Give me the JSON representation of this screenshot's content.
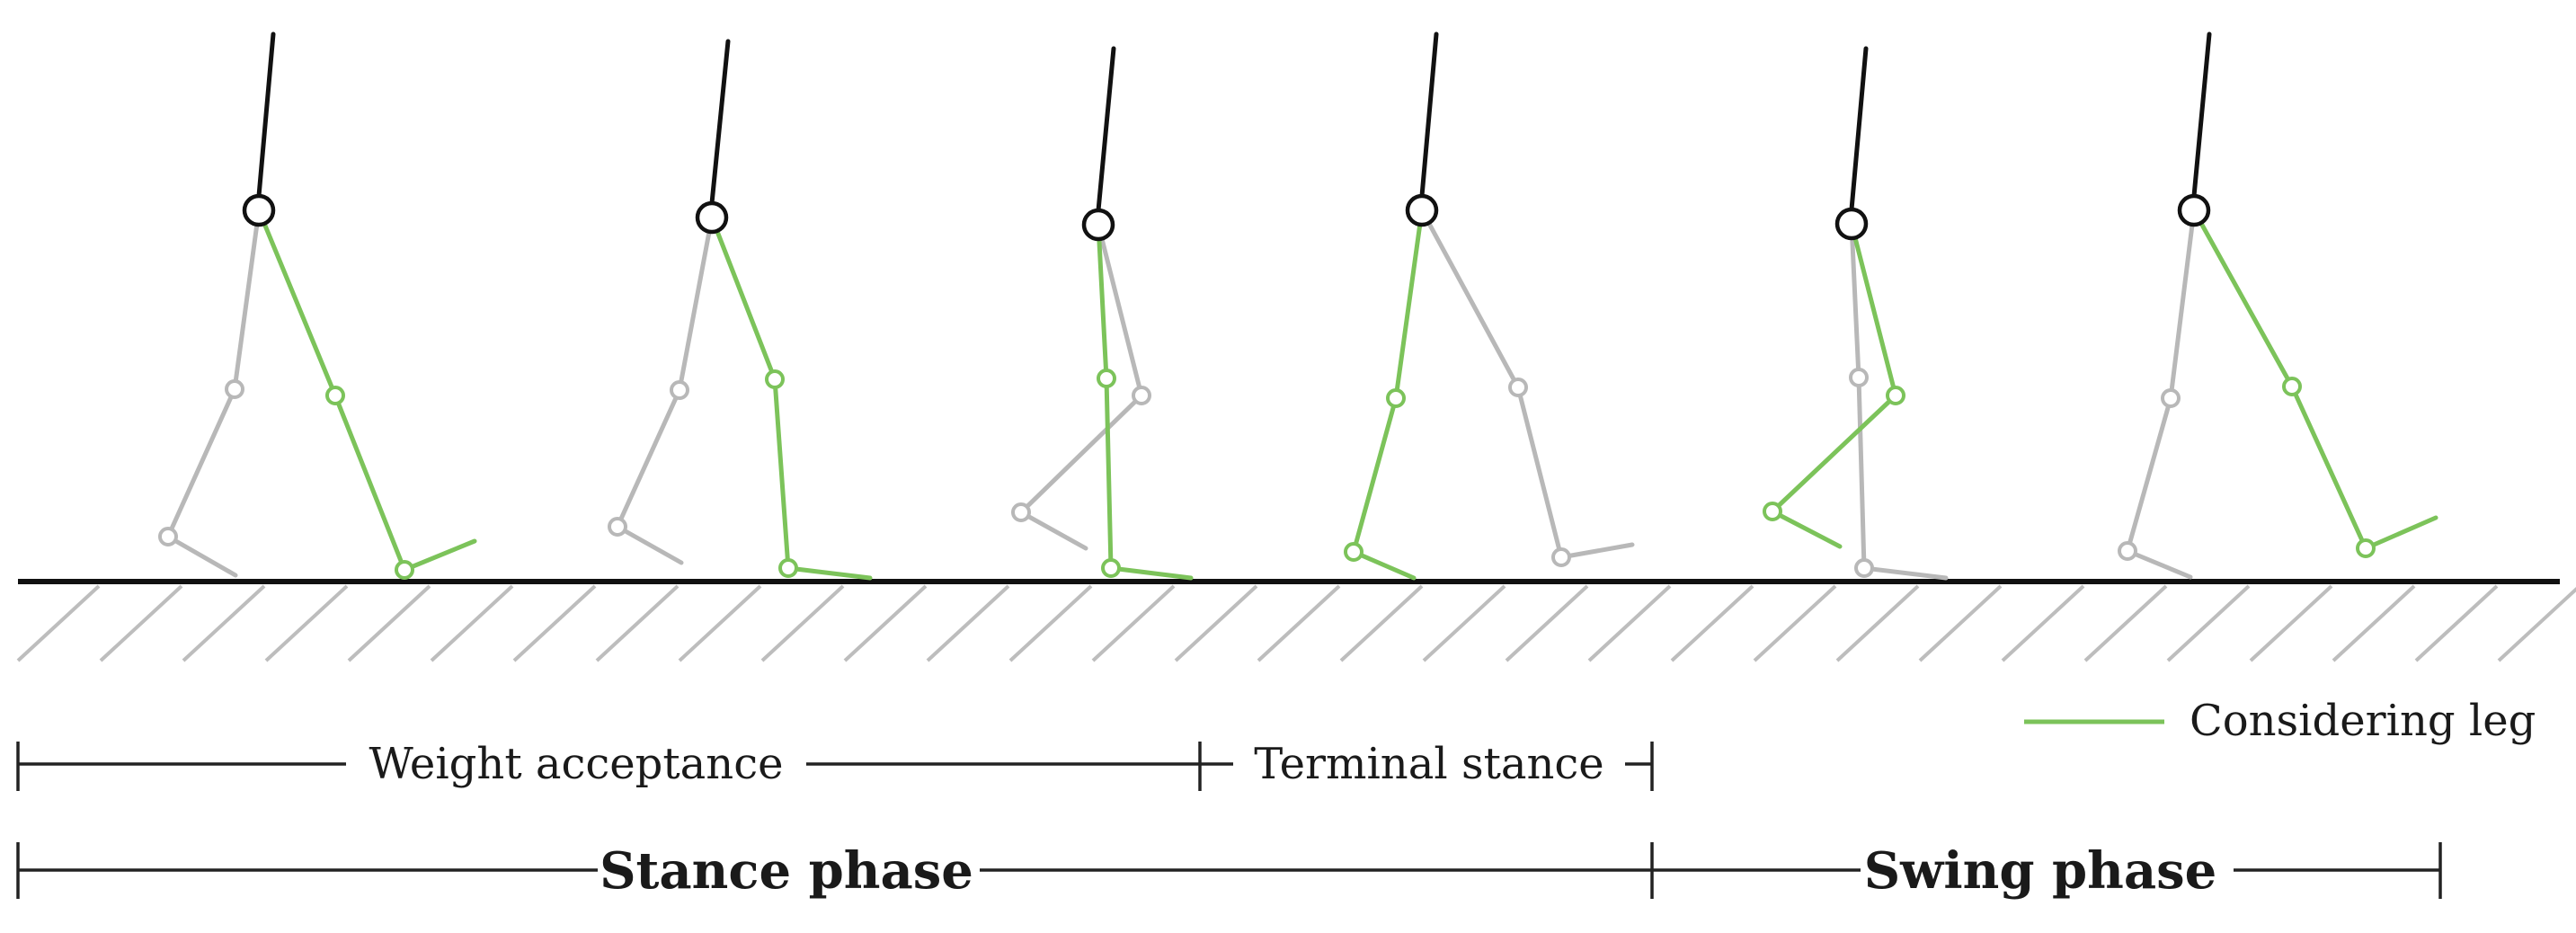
{
  "legend": {
    "label": "Considering leg",
    "color": "#7cc35a"
  },
  "colors": {
    "considering_leg": "#7cc35a",
    "other_leg": "#b8b8b8",
    "trunk": "#111111",
    "ground": "#111111",
    "hatch": "#bdbdbd"
  },
  "subphases": [
    {
      "label": "Weight acceptance"
    },
    {
      "label": "Terminal stance"
    }
  ],
  "phases": [
    {
      "label": "Stance phase"
    },
    {
      "label": "Swing phase"
    }
  ],
  "gait_frames": [
    {
      "name": "frame-1"
    },
    {
      "name": "frame-2"
    },
    {
      "name": "frame-3"
    },
    {
      "name": "frame-4"
    },
    {
      "name": "frame-5"
    },
    {
      "name": "frame-6"
    }
  ]
}
